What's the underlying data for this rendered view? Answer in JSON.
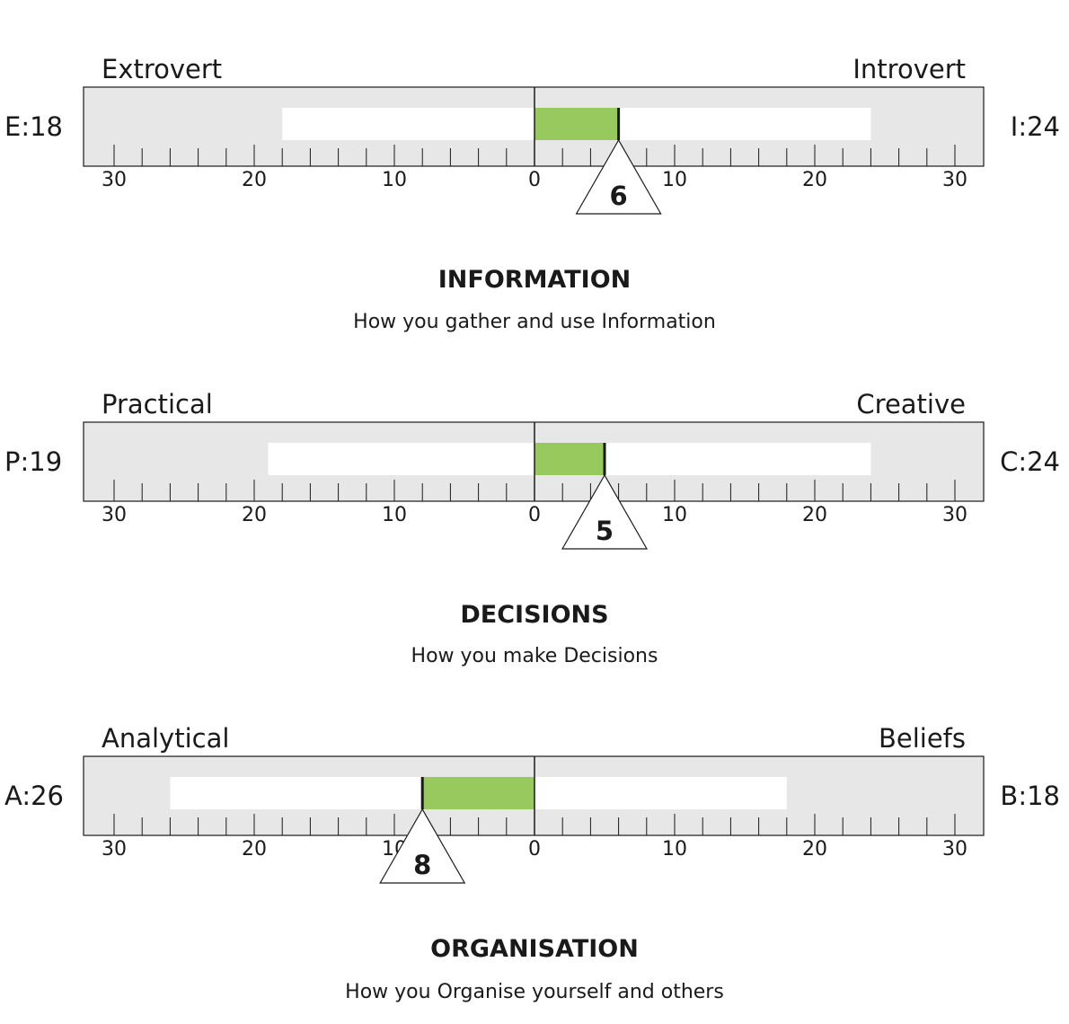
{
  "top_subtitle_fragment": "y",
  "colors": {
    "track": "#e7e7e8",
    "range": "#ffffff",
    "score": "#97c95f",
    "outline": "#1a1a1a"
  },
  "section_headers": [
    {
      "title": "INFORMATION",
      "subtitle": "How you gather and use Information"
    },
    {
      "title": "DECISIONS",
      "subtitle": "How you make Decisions"
    },
    {
      "title": "ORGANISATION",
      "subtitle": "How you Organise yourself and others"
    }
  ],
  "chart_data": [
    {
      "type": "bar",
      "left_label": "Extrovert",
      "right_label": "Introvert",
      "left_score_label": "E:18",
      "right_score_label": "I:24",
      "left_score": 18,
      "right_score": 24,
      "net_score": 6,
      "net_direction": "right",
      "net_label": "6",
      "x_range": [
        -30,
        30
      ],
      "tick_labels": [
        "30",
        "20",
        "10",
        "0",
        "10",
        "20",
        "30"
      ]
    },
    {
      "type": "bar",
      "left_label": "Practical",
      "right_label": "Creative",
      "left_score_label": "P:19",
      "right_score_label": "C:24",
      "left_score": 19,
      "right_score": 24,
      "net_score": 5,
      "net_direction": "right",
      "net_label": "5",
      "x_range": [
        -30,
        30
      ],
      "tick_labels": [
        "30",
        "20",
        "10",
        "0",
        "10",
        "20",
        "30"
      ]
    },
    {
      "type": "bar",
      "left_label": "Analytical",
      "right_label": "Beliefs",
      "left_score_label": "A:26",
      "right_score_label": "B:18",
      "left_score": 26,
      "right_score": 18,
      "net_score": 8,
      "net_direction": "left",
      "net_label": "8",
      "x_range": [
        -30,
        30
      ],
      "tick_labels": [
        "30",
        "20",
        "10",
        "0",
        "10",
        "20",
        "30"
      ]
    }
  ]
}
